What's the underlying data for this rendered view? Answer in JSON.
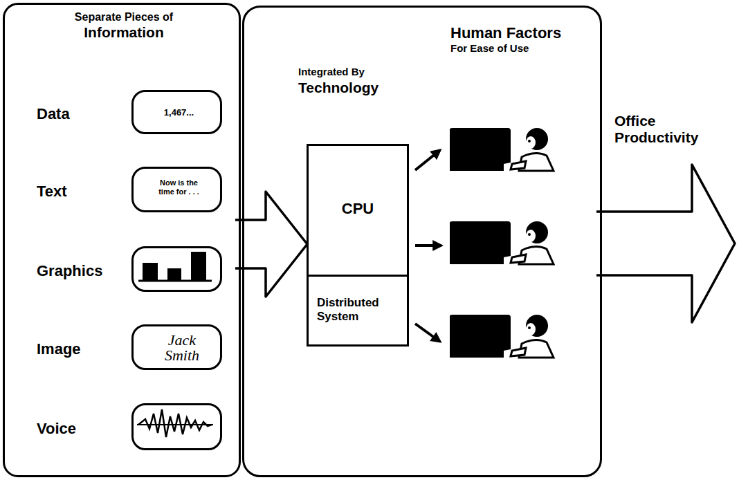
{
  "diagram": {
    "nodes": [
      {
        "text": [
          "Separate Pieces of",
          "Information"
        ]
      },
      {
        "text": [
          "Data",
          "1,467..."
        ],
        "in": 0
      },
      {
        "text": [
          "Text",
          "Now is the time for . . ."
        ],
        "in": 0
      },
      {
        "text": [
          "Graphics"
        ],
        "in": 0
      },
      {
        "text": [
          "Image",
          "Jack Smith"
        ],
        "in": 0
      },
      {
        "text": [
          "Voice"
        ],
        "in": 0
      },
      {
        "text": [
          "Integrated By",
          "Technology",
          "Human Factors",
          "For Ease of Use"
        ]
      },
      {
        "text": [
          "CPU"
        ],
        "in": 6
      },
      {
        "text": [
          "Distributed System"
        ],
        "in": 6
      }
    ],
    "edges": [
      {
        "from": 0,
        "to": 7,
        "arrow": "to"
      }
    ],
    "labels": [
      "Office Productivity"
    ]
  }
}
